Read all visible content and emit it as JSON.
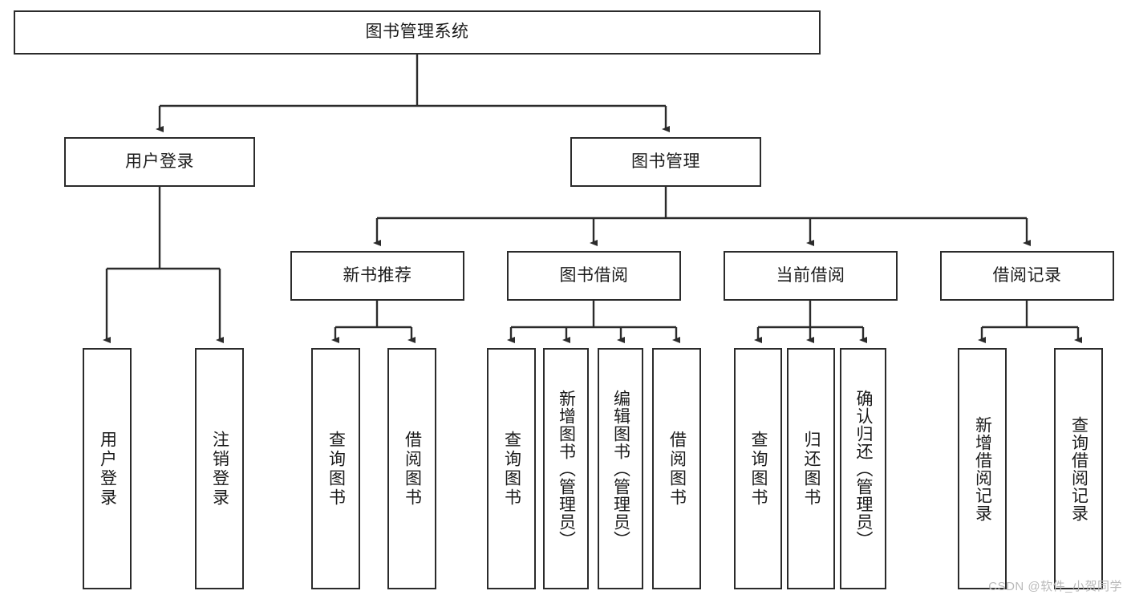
{
  "diagram": {
    "title": "图书管理系统",
    "type": "tree-hierarchy",
    "watermark": "CSDN @软件_小贺同学",
    "colors": {
      "stroke": "#2b2b2b",
      "fill": "#ffffff",
      "text": "#1b1b1b",
      "watermark": "#b9b9b9"
    },
    "root": {
      "label": "图书管理系统"
    },
    "level1": [
      {
        "label": "用户登录"
      },
      {
        "label": "图书管理"
      }
    ],
    "level2": [
      {
        "label": "新书推荐"
      },
      {
        "label": "图书借阅"
      },
      {
        "label": "当前借阅"
      },
      {
        "label": "借阅记录"
      }
    ],
    "leaves": {
      "user_login": [
        {
          "label": "用户登录"
        },
        {
          "label": "注销登录"
        }
      ],
      "new_book_recommend": [
        {
          "label": "查询图书"
        },
        {
          "label": "借阅图书"
        }
      ],
      "book_borrow": [
        {
          "label": "查询图书"
        },
        {
          "label": "新增图书（管理员）"
        },
        {
          "label": "编辑图书（管理员）"
        },
        {
          "label": "借阅图书"
        }
      ],
      "current_borrow": [
        {
          "label": "查询图书"
        },
        {
          "label": "归还图书"
        },
        {
          "label": "确认归还（管理员）"
        }
      ],
      "borrow_record": [
        {
          "label": "新增借阅记录"
        },
        {
          "label": "查询借阅记录"
        }
      ]
    }
  }
}
